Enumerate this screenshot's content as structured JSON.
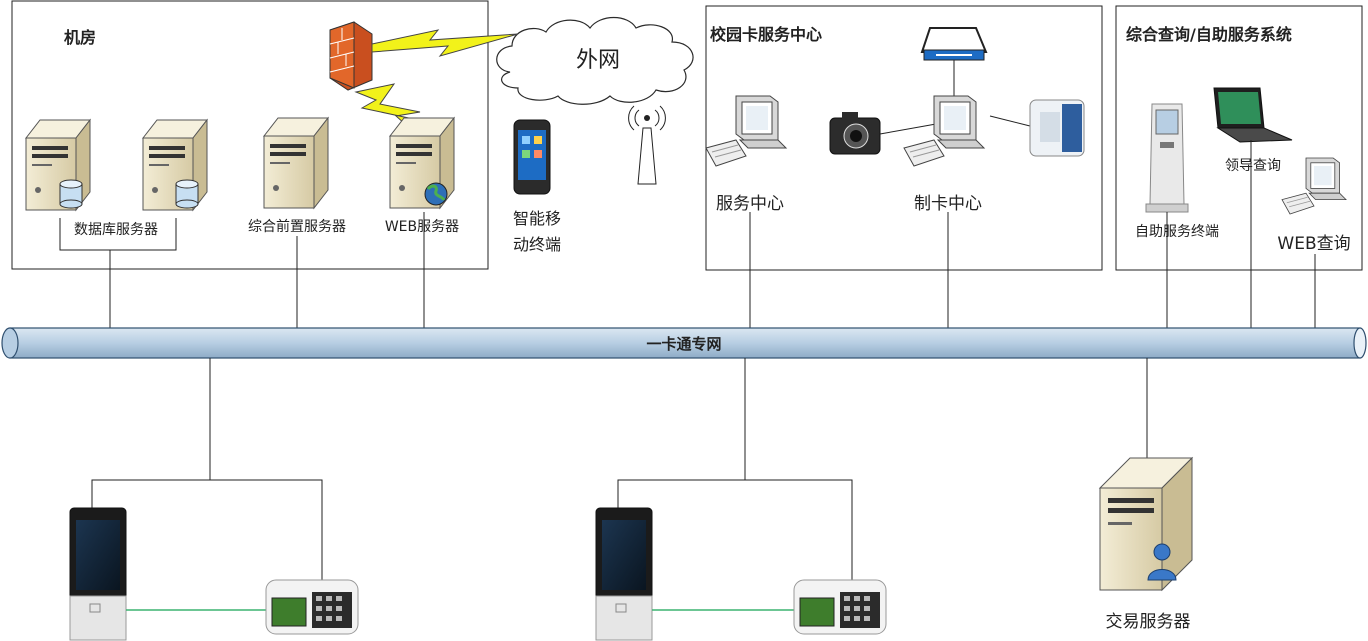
{
  "groups": {
    "machine_room": "机房",
    "card_center": "校园卡服务中心",
    "query_system": "综合查询/自助服务系统"
  },
  "labels": {
    "internet": "外网",
    "db_servers": "数据库服务器",
    "front_server": "综合前置服务器",
    "web_server": "WEB服务器",
    "mobile_line1": "智能移",
    "mobile_line2": "动终端",
    "service_center": "服务中心",
    "card_making": "制卡中心",
    "kiosk": "自助服务终端",
    "leader_query": "领导查询",
    "web_query": "WEB查询",
    "backbone": "一卡通专网",
    "transaction_server": "交易服务器"
  },
  "colors": {
    "pipe": "#b7cee3",
    "pipe_stroke": "#2f4f6f",
    "server_body": "#e8e0c4",
    "lightning": "#f2f21a",
    "firewall": "#e2672a",
    "green_link": "#3cb371"
  }
}
